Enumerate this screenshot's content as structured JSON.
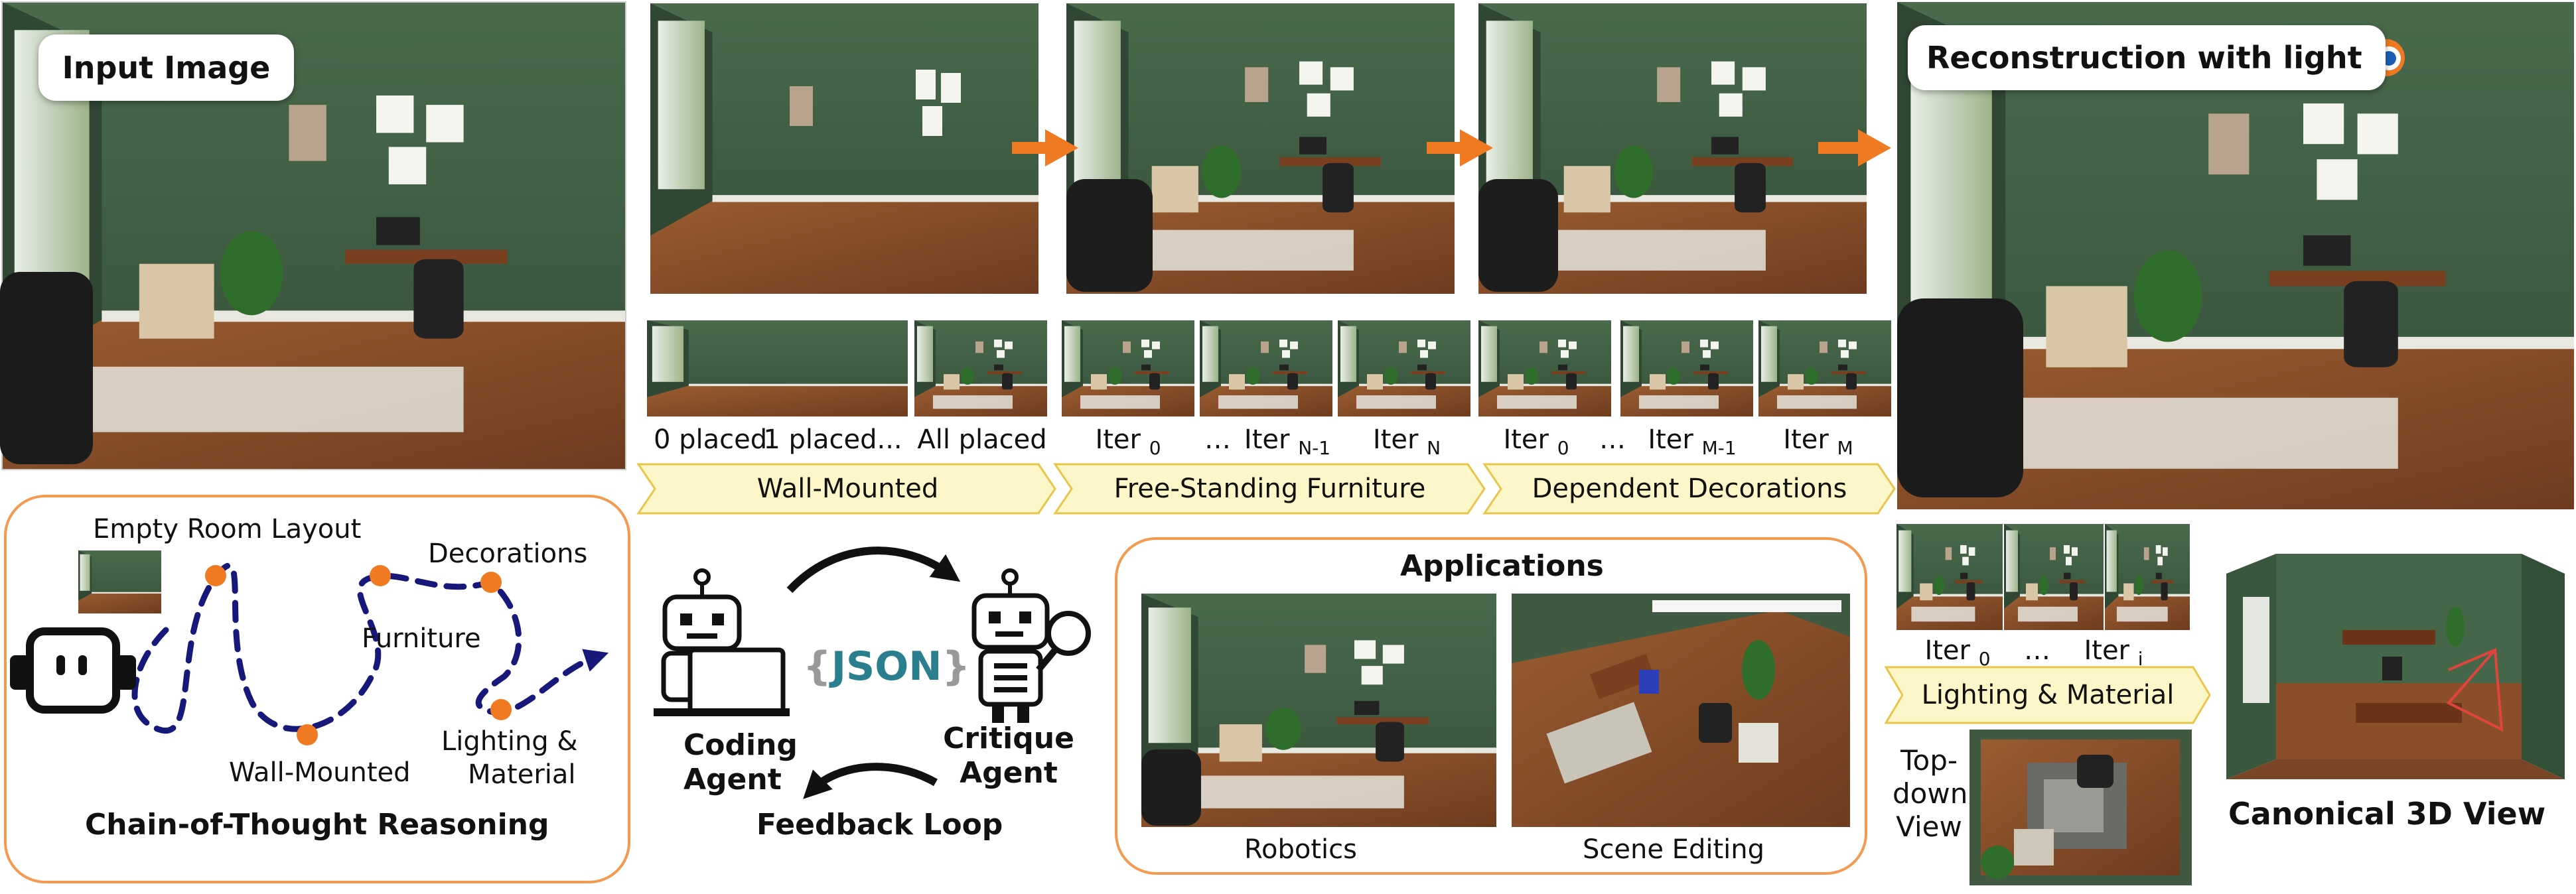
{
  "input_image": {
    "label": "Input Image"
  },
  "reconstruction": {
    "label": "Reconstruction with light"
  },
  "wall_mounted": {
    "stage_label": "Wall-Mounted",
    "captions": [
      "0 placed",
      "1 placed...",
      "All placed"
    ]
  },
  "free_standing": {
    "stage_label": "Free-Standing Furniture",
    "iters": [
      {
        "text": "Iter",
        "sub": "0"
      },
      {
        "text": "…",
        "sub": ""
      },
      {
        "text": "Iter",
        "sub": "N-1"
      },
      {
        "text": "Iter",
        "sub": "N"
      }
    ]
  },
  "dependent": {
    "stage_label": "Dependent Decorations",
    "iters": [
      {
        "text": "Iter",
        "sub": "0"
      },
      {
        "text": "…",
        "sub": ""
      },
      {
        "text": "Iter",
        "sub": "M-1"
      },
      {
        "text": "Iter",
        "sub": "M"
      }
    ]
  },
  "cot": {
    "empty_room": "Empty Room Layout",
    "decorations": "Decorations",
    "furniture": "Furniture",
    "wall_mounted": "Wall-Mounted",
    "lighting_line1": "Lighting &",
    "lighting_line2": "Material",
    "title": "Chain-of-Thought Reasoning"
  },
  "agents": {
    "json": "JSON",
    "coding_line1": "Coding",
    "coding_line2": "Agent",
    "critique_line1": "Critique",
    "critique_line2": "Agent",
    "feedback": "Feedback Loop"
  },
  "applications": {
    "title": "Applications",
    "robotics": "Robotics",
    "scene_editing": "Scene Editing"
  },
  "lighting": {
    "stage_label": "Lighting & Material",
    "iters": [
      {
        "text": "Iter",
        "sub": "0"
      },
      {
        "text": "…",
        "sub": ""
      },
      {
        "text": "Iter",
        "sub": "i"
      }
    ]
  },
  "topdown": {
    "line1": "Top-",
    "line2": "down",
    "line3": "View"
  },
  "canonical": {
    "label": "Canonical 3D View"
  },
  "colors": {
    "wall_green": "#3f5a40",
    "floor_wood": "#8a4f2a",
    "arrow_orange": "#f07a22",
    "box_orange": "#f39a50",
    "chevron_fill": "#fdf6c8",
    "chevron_stroke": "#e8c64a",
    "dash_navy": "#17197a",
    "json_teal": "#2a7f8e"
  }
}
